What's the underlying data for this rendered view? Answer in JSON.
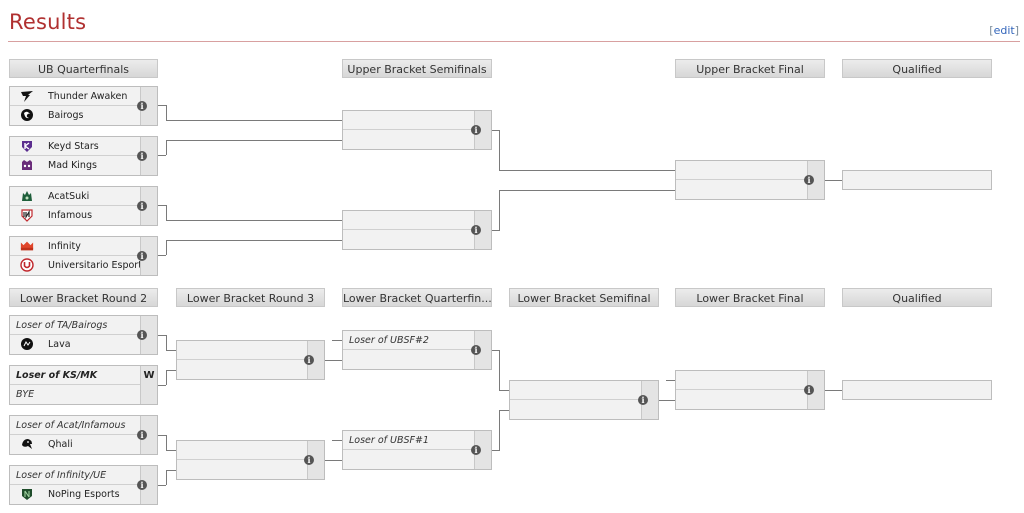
{
  "page": {
    "title": "Results",
    "edit_label": "edit"
  },
  "upper": {
    "headers": [
      "UB Quarterfinals",
      "Upper Bracket Semifinals",
      "Upper Bracket Final",
      "Qualified"
    ],
    "qf1": {
      "team1": "Thunder Awaken",
      "team2": "Bairogs",
      "icon1": "thunder-awaken-logo-icon",
      "icon2": "bairogs-logo-icon"
    },
    "qf2": {
      "team1": "Keyd Stars",
      "team2": "Mad Kings",
      "icon1": "keyd-stars-logo-icon",
      "icon2": "mad-kings-logo-icon"
    },
    "qf3": {
      "team1": "AcatSuki",
      "team2": "Infamous",
      "icon1": "acatsuki-logo-icon",
      "icon2": "infamous-logo-icon"
    },
    "qf4": {
      "team1": "Infinity",
      "team2": "Universitario Esports",
      "icon1": "infinity-logo-icon",
      "icon2": "universitario-logo-icon"
    }
  },
  "lower": {
    "headers": [
      "Lower Bracket Round 2",
      "Lower Bracket Round 3",
      "Lower Bracket Quarterfin...",
      "Lower Bracket Semifinal",
      "Lower Bracket Final",
      "Qualified"
    ],
    "r2m1": {
      "team1": "Loser of TA/Bairogs",
      "team2": "Lava",
      "icon2": "lava-logo-icon"
    },
    "r2m2": {
      "team1": "Loser of KS/MK",
      "team2": "BYE",
      "score1": "W"
    },
    "r2m3": {
      "team1": "Loser of Acat/Infamous",
      "team2": "Qhali",
      "icon2": "qhali-logo-icon"
    },
    "r2m4": {
      "team1": "Loser of Infinity/UE",
      "team2": "NoPing Esports",
      "icon2": "noping-logo-icon"
    },
    "qf1": {
      "team1": "Loser of UBSF#2"
    },
    "qf2": {
      "team1": "Loser of UBSF#1"
    }
  },
  "info_glyph": "i"
}
